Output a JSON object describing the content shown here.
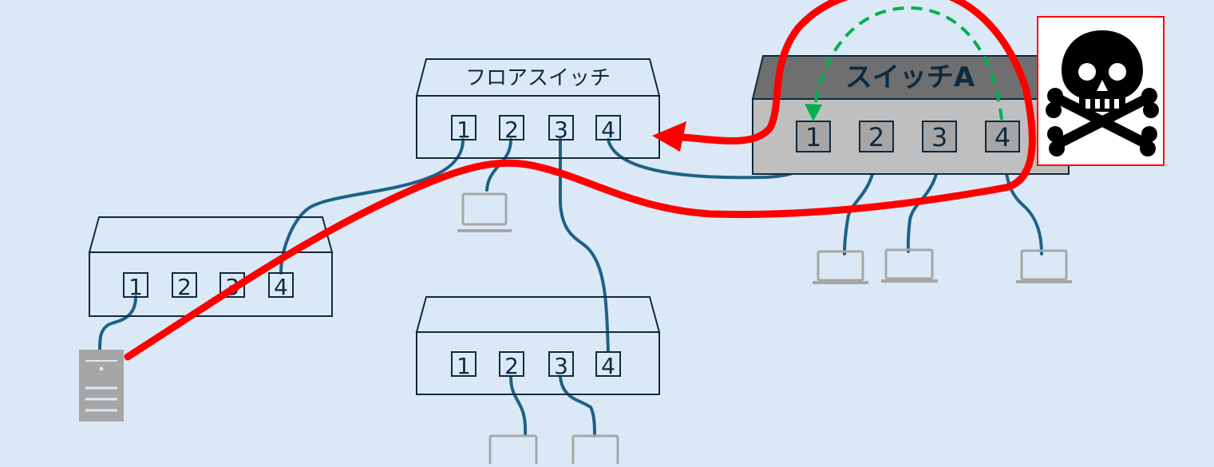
{
  "floor_switch": {
    "label": "フロアスイッチ",
    "ports": [
      "1",
      "2",
      "3",
      "4"
    ]
  },
  "switch_a": {
    "label": "スイッチA",
    "ports": [
      "1",
      "2",
      "3",
      "4"
    ]
  },
  "left_switch": {
    "ports": [
      "1",
      "2",
      "3",
      "4"
    ]
  },
  "bottom_switch": {
    "ports": [
      "1",
      "2",
      "3",
      "4"
    ]
  },
  "colors": {
    "background": "#dbe9f6",
    "outline": "#0f2a3f",
    "cable": "#1f6188",
    "attack_path": "#ff0000",
    "loop_arrow": "#00b050",
    "switch_a_top": "#6f6f6f",
    "switch_a_body": "#bfbfbf",
    "device_gray": "#a6a6a6"
  },
  "icons": {
    "hazard": "skull-crossbones-icon",
    "server": "server-icon",
    "laptop": "laptop-icon"
  }
}
